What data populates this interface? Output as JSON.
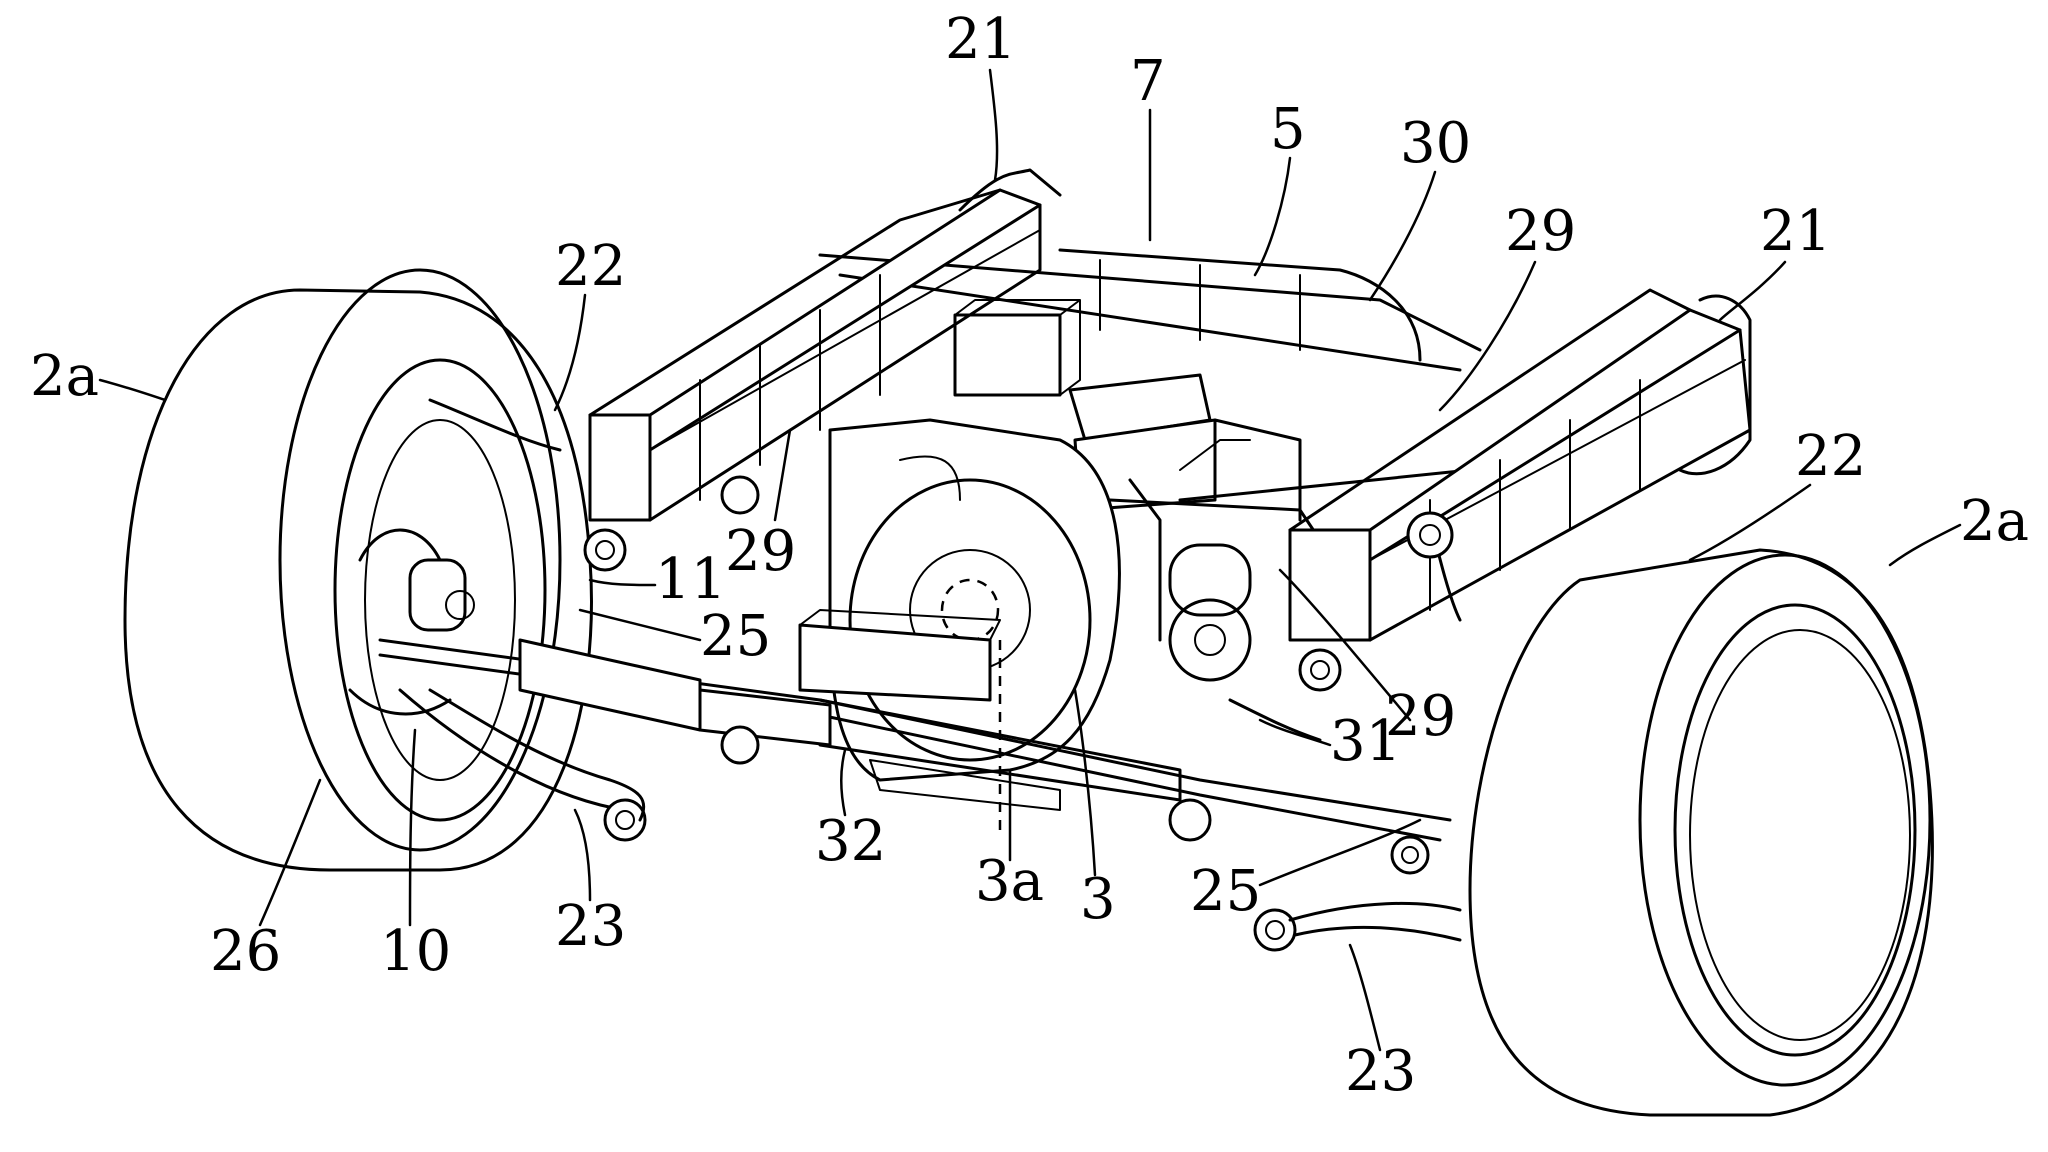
{
  "figure": {
    "references": [
      {
        "id": "r-21-left",
        "text": "21"
      },
      {
        "id": "r-7",
        "text": "7"
      },
      {
        "id": "r-5",
        "text": "5"
      },
      {
        "id": "r-30",
        "text": "30"
      },
      {
        "id": "r-29-top",
        "text": "29"
      },
      {
        "id": "r-21-right",
        "text": "21"
      },
      {
        "id": "r-22-left",
        "text": "22"
      },
      {
        "id": "r-2a-left",
        "text": "2a"
      },
      {
        "id": "r-22-right",
        "text": "22"
      },
      {
        "id": "r-2a-right",
        "text": "2a"
      },
      {
        "id": "r-11",
        "text": "11"
      },
      {
        "id": "r-29-left",
        "text": "29"
      },
      {
        "id": "r-25-left",
        "text": "25"
      },
      {
        "id": "r-29-right",
        "text": "29"
      },
      {
        "id": "r-31",
        "text": "31"
      },
      {
        "id": "r-32",
        "text": "32"
      },
      {
        "id": "r-3a",
        "text": "3a"
      },
      {
        "id": "r-3",
        "text": "3"
      },
      {
        "id": "r-25-right",
        "text": "25"
      },
      {
        "id": "r-26",
        "text": "26"
      },
      {
        "id": "r-10",
        "text": "10"
      },
      {
        "id": "r-23-left",
        "text": "23"
      },
      {
        "id": "r-23-right",
        "text": "23"
      }
    ]
  }
}
